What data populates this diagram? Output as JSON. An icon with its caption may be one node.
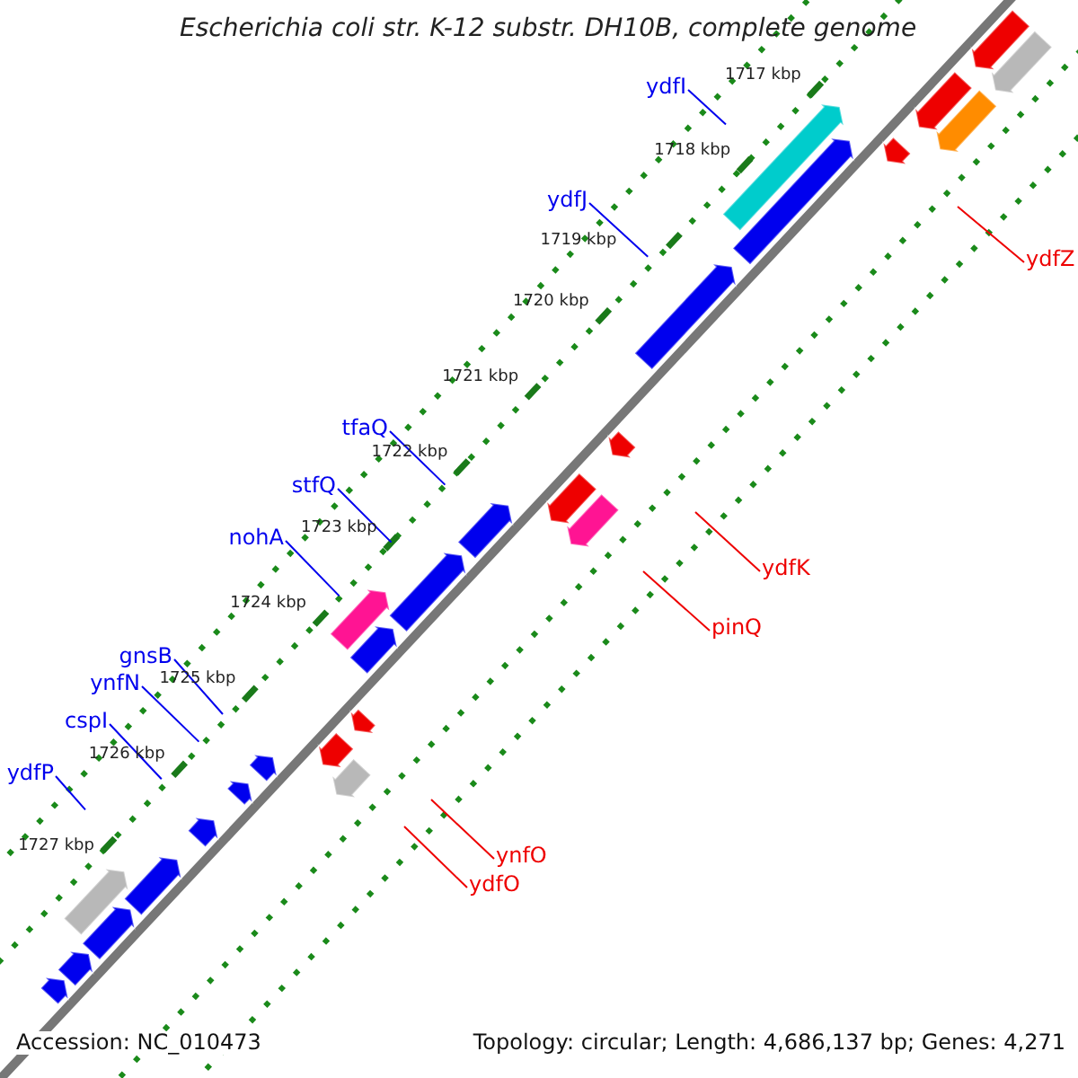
{
  "diagram": {
    "title": "Escherichia coli str. K-12 substr. DH10B, complete genome",
    "nodes": [
      {
        "text": [
          "ydfI"
        ]
      },
      {
        "text": [
          "ydfJ"
        ]
      },
      {
        "text": [
          "ydfZ"
        ]
      },
      {
        "text": [
          "tfaQ"
        ]
      },
      {
        "text": [
          "stfQ"
        ]
      },
      {
        "text": [
          "ydfK"
        ]
      },
      {
        "text": [
          "nohA"
        ]
      },
      {
        "text": [
          "pinQ"
        ]
      },
      {
        "text": [
          "gnsB"
        ]
      },
      {
        "text": [
          "ynfN"
        ]
      },
      {
        "text": [
          "cspI"
        ]
      },
      {
        "text": [
          "ydfP"
        ]
      },
      {
        "text": [
          "ynfO"
        ]
      },
      {
        "text": [
          "ydfO"
        ]
      }
    ],
    "edges": [
      {
        "from": 0,
        "to": null,
        "arrow": "none"
      },
      {
        "from": 1,
        "to": null,
        "arrow": "none"
      },
      {
        "from": 2,
        "to": null,
        "arrow": "none",
        "color": "#ee0000"
      },
      {
        "from": 3,
        "to": null,
        "arrow": "none"
      },
      {
        "from": 4,
        "to": null,
        "arrow": "none"
      },
      {
        "from": 5,
        "to": null,
        "arrow": "none",
        "color": "#ee0000"
      },
      {
        "from": 6,
        "to": null,
        "arrow": "none"
      },
      {
        "from": 7,
        "to": null,
        "arrow": "none",
        "color": "#ee0000"
      },
      {
        "from": 8,
        "to": null,
        "arrow": "none"
      },
      {
        "from": 9,
        "to": null,
        "arrow": "none"
      },
      {
        "from": 10,
        "to": null,
        "arrow": "none"
      },
      {
        "from": 11,
        "to": null,
        "arrow": "none"
      },
      {
        "from": 12,
        "to": null,
        "arrow": "none",
        "color": "#ee0000"
      },
      {
        "from": 13,
        "to": null,
        "arrow": "none",
        "color": "#ee0000"
      }
    ],
    "labels": [
      "1717 kbp",
      "1718 kbp",
      "1719 kbp",
      "1720 kbp",
      "1721 kbp",
      "1722 kbp",
      "1723 kbp",
      "1724 kbp",
      "1725 kbp",
      "1726 kbp",
      "1727 kbp",
      "Accession: NC_010473",
      "Topology: circular; Length: 4,686,137 bp; Genes: 4,271"
    ]
  }
}
